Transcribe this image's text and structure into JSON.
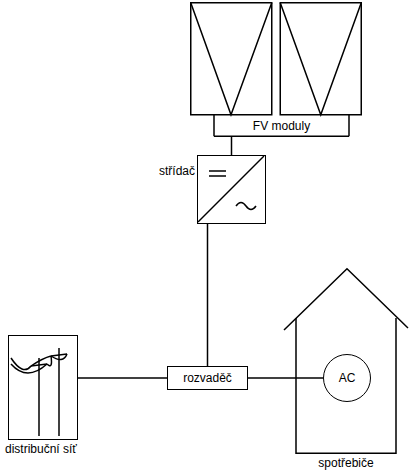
{
  "diagram": {
    "nodes": [
      {
        "text": [
          "FV moduly"
        ]
      },
      {
        "text": [
          "střídač"
        ]
      },
      {
        "text": [
          "distribuční síť"
        ]
      },
      {
        "text": [
          "rozvaděč"
        ]
      },
      {
        "text": [
          "spotřebiče"
        ]
      },
      {
        "text": [
          "AC"
        ],
        "in": 4
      }
    ],
    "edges": [
      {
        "from": 0,
        "to": 1,
        "arrow": "none"
      },
      {
        "from": 1,
        "to": 3,
        "arrow": "none"
      },
      {
        "from": 2,
        "to": 3,
        "arrow": "none"
      },
      {
        "from": 3,
        "to": 5,
        "arrow": "none"
      }
    ]
  }
}
